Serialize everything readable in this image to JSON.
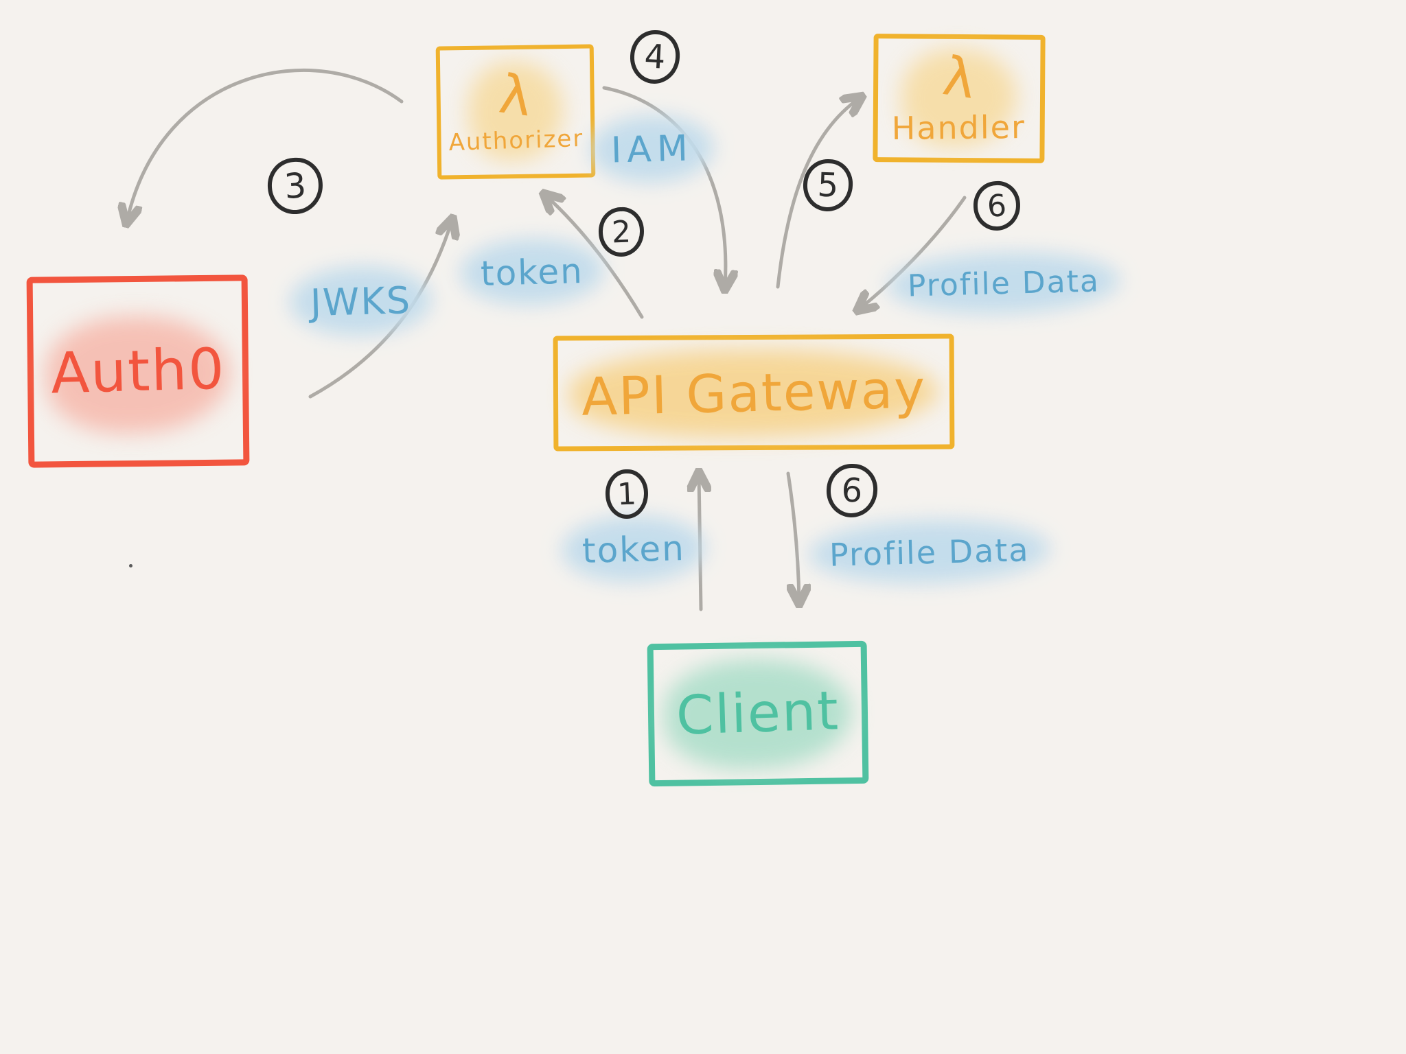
{
  "nodes": {
    "auth0": {
      "label": "Auth0",
      "color": "#f2553e"
    },
    "authorizer": {
      "label": "Authorizer",
      "color": "#f0b22c"
    },
    "handler": {
      "label": "Handler",
      "color": "#f0b22c"
    },
    "api_gateway": {
      "label": "API Gateway",
      "color": "#f0b22c"
    },
    "client": {
      "label": "Client",
      "color": "#4fc1a1"
    }
  },
  "icons": {
    "lambda": "λ"
  },
  "labels": {
    "jwks": "JWKS",
    "token_to_authorizer": "token",
    "iam": "IAM",
    "profile_data_from_handler": "Profile Data",
    "token_from_client": "token",
    "profile_data_to_client": "Profile Data"
  },
  "steps": {
    "s1": "1",
    "s2": "2",
    "s3": "3",
    "s4": "4",
    "s5": "5",
    "s6": "6"
  }
}
